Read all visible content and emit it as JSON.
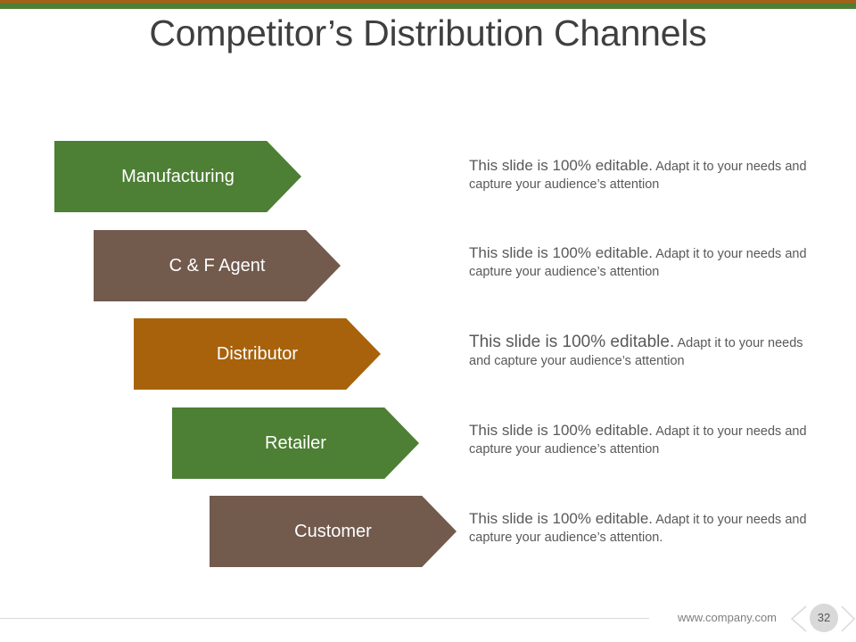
{
  "slide": {
    "title": "Competitor’s Distribution Channels",
    "footer_url": "www.company.com",
    "page_number": "32"
  },
  "colors": {
    "green": "#4d7f34",
    "brown": "#725a4d",
    "orange": "#a8620c",
    "top_bar_brown": "#a0621a",
    "top_bar_green": "#4d7f34"
  },
  "channels": [
    {
      "label": "Manufacturing",
      "color": "green",
      "desc_lead": "This slide is 100% editable.",
      "desc_rest": " Adapt it to your needs and capture your audience’s attention"
    },
    {
      "label": "C & F Agent",
      "color": "brown",
      "desc_lead": "This slide is 100% editable.",
      "desc_rest": " Adapt it to your needs and capture your audience’s attention"
    },
    {
      "label": "Distributor",
      "color": "orange",
      "desc_lead": "This slide is 100% editable.",
      "desc_rest": " Adapt it to your needs and capture your audience’s attention"
    },
    {
      "label": "Retailer",
      "color": "green",
      "desc_lead": "This slide is 100% editable.",
      "desc_rest": " Adapt it to your needs and capture your audience’s attention"
    },
    {
      "label": "Customer",
      "color": "brown",
      "desc_lead": "This slide is 100% editable.",
      "desc_rest": " Adapt it to your needs and capture your audience’s attention."
    }
  ]
}
